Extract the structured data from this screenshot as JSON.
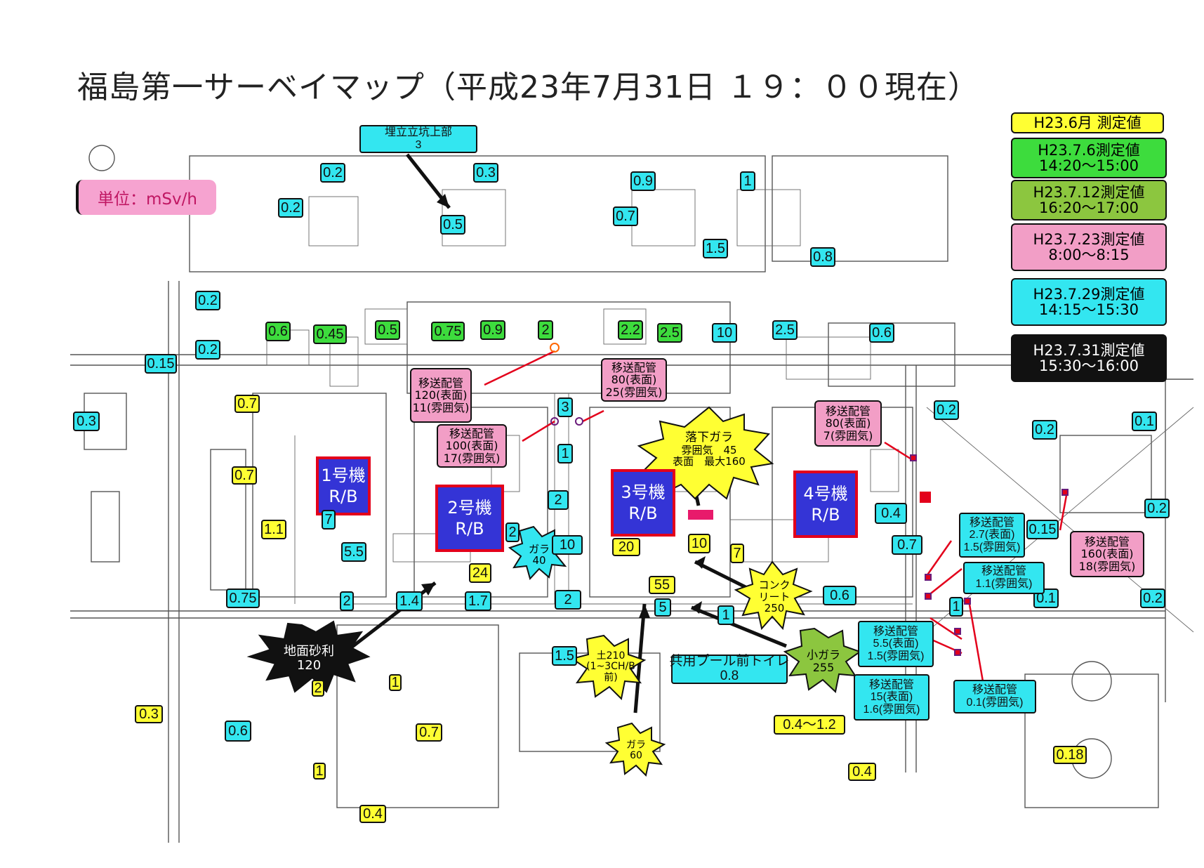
{
  "title": "福島第一サーベイマップ（平成23年7月31日 １９：００現在）",
  "unit_label": "単位：mSv/h",
  "legend": [
    {
      "label": "H23.6月 測定値",
      "color": "#ffff33"
    },
    {
      "label": "H23.7.6測定値",
      "time": "14:20～15:00",
      "color": "#3ddc3d"
    },
    {
      "label": "H23.7.12測定値",
      "time": "16:20～17:00",
      "color": "#8cc63f"
    },
    {
      "label": "H23.7.23測定値",
      "time": "8:00～8:15",
      "color": "#f29ec6"
    },
    {
      "label": "H23.7.29測定値",
      "time": "14:15～15:30",
      "color": "#33e6f0"
    },
    {
      "label": "H23.7.31測定値",
      "time": "15:30～16:00",
      "color": "#111111"
    }
  ],
  "units": [
    {
      "name": "1号機",
      "sub": "R/B"
    },
    {
      "name": "2号機",
      "sub": "R/B"
    },
    {
      "name": "3号機",
      "sub": "R/B"
    },
    {
      "name": "4号機",
      "sub": "R/B"
    }
  ],
  "shaft_label": {
    "title": "埋立立坑上部",
    "value": "3"
  },
  "readings": [
    "0.2",
    "0.3",
    "0.2",
    "0.9",
    "1",
    "0.5",
    "0.7",
    "1.5",
    "0.8",
    "0.2",
    "0.6",
    "0.45",
    "0.5",
    "0.75",
    "0.9",
    "2",
    "2.2",
    "2.5",
    "10",
    "2.5",
    "0.6",
    "0.2",
    "0.15",
    "0.3",
    "0.7",
    "3",
    "0.7",
    "1",
    "0.2",
    "0.2",
    "0.1",
    "1.1",
    "7",
    "5.5",
    "2",
    "24",
    "2",
    "10",
    "1.4",
    "1.7",
    "20",
    "10",
    "7",
    "0.4",
    "0.15",
    "0.2",
    "0.75",
    "2",
    "2",
    "55",
    "5",
    "1",
    "0.7",
    "0.6",
    "0.1",
    "0.2",
    "1.5",
    "1",
    "2",
    "0.3",
    "0.6",
    "0.7",
    "1",
    "0.4",
    "0.4",
    "0.18",
    "1"
  ],
  "pipe_notes": [
    {
      "title": "移送配管",
      "l1": "120(表面)",
      "l2": "11(雰囲気)"
    },
    {
      "title": "移送配管",
      "l1": "80(表面)",
      "l2": "25(雰囲気)"
    },
    {
      "title": "移送配管",
      "l1": "100(表面)",
      "l2": "17(雰囲気)"
    },
    {
      "title": "移送配管",
      "l1": "80(表面)",
      "l2": "7(雰囲気)"
    },
    {
      "title": "移送配管",
      "l1": "2.7(表面)",
      "l2": "1.5(雰囲気)"
    },
    {
      "title": "移送配管",
      "l1": "1.1(雰囲気)",
      "l2": ""
    },
    {
      "title": "移送配管",
      "l1": "160(表面)",
      "l2": "18(雰囲気)"
    },
    {
      "title": "移送配管",
      "l1": "5.5(表面)",
      "l2": "1.5(雰囲気)"
    },
    {
      "title": "移送配管",
      "l1": "15(表面)",
      "l2": "1.6(雰囲気)"
    },
    {
      "title": "移送配管",
      "l1": "0.1(雰囲気)",
      "l2": ""
    }
  ],
  "bursts": {
    "falling_debris": {
      "title": "落下ガラ",
      "l1": "雰囲気　45",
      "l2": "表面　最大160"
    },
    "gravel": {
      "title": "地面砂利",
      "value": "120"
    },
    "debris40": {
      "title": "ガラ",
      "value": "40"
    },
    "concrete": {
      "title": "コンク",
      "l1": "リート",
      "value": "250"
    },
    "small_debris": {
      "title": "小ガラ",
      "value": "255"
    },
    "soil": {
      "title": "土210",
      "l1": "(1~3CH/B",
      "l2": "前)"
    },
    "debris60": {
      "title": "ガラ",
      "value": "60"
    }
  },
  "pool_toilet": {
    "title": "共用プール前トイレ",
    "value": "0.8"
  },
  "range_label": "0.4～1.2"
}
